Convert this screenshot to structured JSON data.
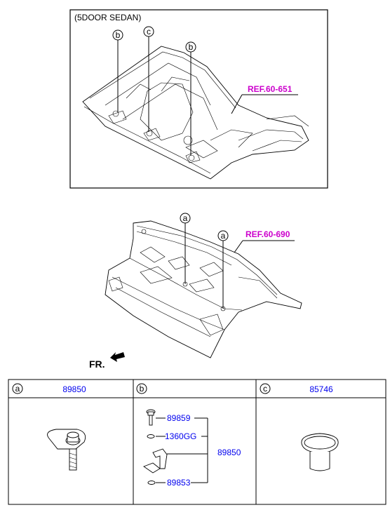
{
  "top_panel": {
    "variant_label": "(5DOOR SEDAN)",
    "callouts": [
      "b",
      "c",
      "b"
    ],
    "ref_label": "REF.60-651"
  },
  "middle_panel": {
    "callouts": [
      "a",
      "a"
    ],
    "ref_label": "REF.60-690",
    "direction_label": "FR."
  },
  "parts_table": {
    "columns": [
      {
        "key": "a",
        "part_number": "89850"
      },
      {
        "key": "b",
        "part_number": ""
      },
      {
        "key": "c",
        "part_number": "85746"
      }
    ],
    "b_parts": {
      "bolt": "89859",
      "washer": "1360GG",
      "assembly": "89850",
      "nut": "89853"
    }
  },
  "colors": {
    "ref_magenta": "#cc00cc",
    "part_blue": "#0000ee"
  }
}
